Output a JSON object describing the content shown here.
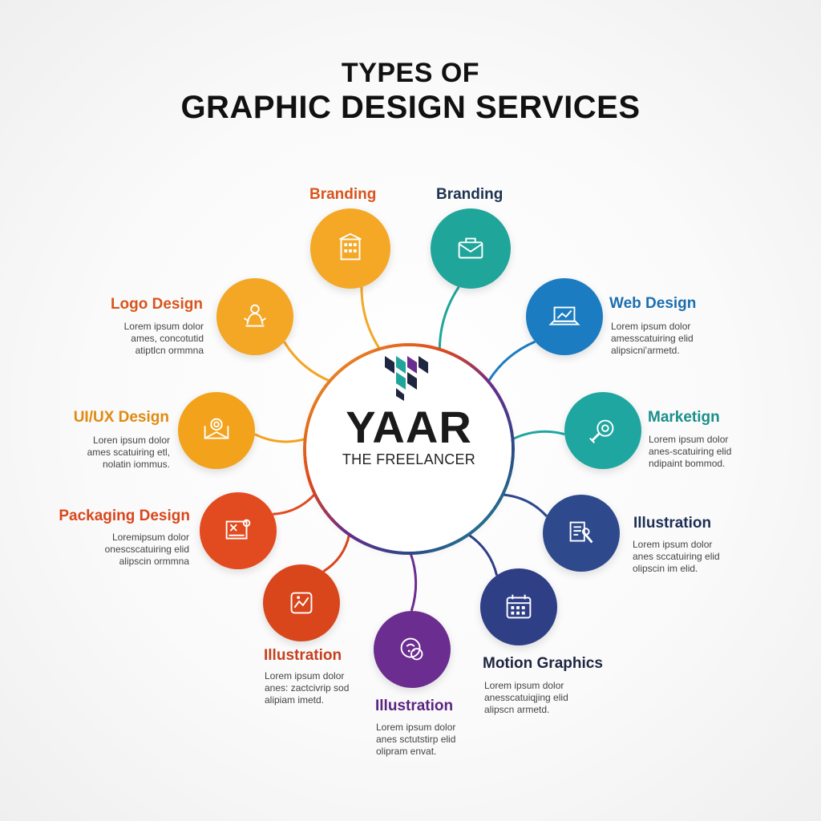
{
  "title": {
    "line1": "TYPES OF",
    "line2": "GRAPHIC DESIGN SERVICES"
  },
  "center": {
    "brand": "YAAR",
    "tagline": "THE FREELANCER"
  },
  "services": [
    {
      "label": "Branding",
      "color": "#f4a825",
      "label_color": "#d9541c",
      "icon": "building-icon"
    },
    {
      "label": "Branding",
      "color": "#1fa59a",
      "label_color": "#1e3350",
      "icon": "briefcase-icon"
    },
    {
      "label": "Web Design",
      "color": "#1b7cc1",
      "label_color": "#1b6fb0",
      "desc": "Lorem ipsum dolor\namesscatuiring elid\nalipsicni'armetd.",
      "icon": "laptop-icon"
    },
    {
      "label": "Marketign",
      "color": "#1fa6a0",
      "label_color": "#1a8f8a",
      "desc": "Lorem ipsum dolor\nanes-scatuiring elid\nndipaint bommod.",
      "icon": "megaphone-icon"
    },
    {
      "label": "Illustration",
      "color": "#2e4a8c",
      "label_color": "#1e2f55",
      "desc": "Lorem ipsum dolor\nanes sccatuiring elid\nolipscin im elid.",
      "icon": "tools-icon"
    },
    {
      "label": "Motion Graphics",
      "color": "#2f3f86",
      "label_color": "#1e2640",
      "desc": "Lorem ipsum dolor\nanesscatuiqjing elid\nalipscn armetd.",
      "icon": "calendar-icon"
    },
    {
      "label": "Illustration",
      "color": "#6b2d8f",
      "label_color": "#5a2480",
      "desc": "Lorem ipsum dolor\nanes sctutstirp elid\nolipram envat.",
      "icon": "brain-icon"
    },
    {
      "label": "Illustration",
      "color": "#d9461c",
      "label_color": "#c6401c",
      "desc": "Lorem ipsum dolor\nanes: zactcivrip sod\nalipiam imetd.",
      "icon": "pen-icon"
    },
    {
      "label": "Packaging Design",
      "color": "#e24a1f",
      "label_color": "#d9461c",
      "desc": "Loremipsum dolor\nonescscatuiring elid\nalipscin ormmna",
      "icon": "box-icon"
    },
    {
      "label": "UI/UX Design",
      "color": "#f3a21c",
      "label_color": "#e08a10",
      "desc": "Loren ipsum dolor\names scatuiring etl,\nnolatin iommus.",
      "icon": "monitor-icon"
    },
    {
      "label": "Logo Design",
      "color": "#f4a625",
      "label_color": "#d9541c",
      "desc": "Lorem ipsum dolor\names, concotutid\natiptlcn ormmna",
      "icon": "person-icon"
    }
  ],
  "colors": {
    "hub_gradient": [
      "#f4a825",
      "#f06a1c",
      "#e24a1f",
      "#6b2d8f",
      "#2e4a8c",
      "#1b7cc1",
      "#1fa59a"
    ],
    "logo": [
      "#1fa59a",
      "#6b2d8f",
      "#1e2640"
    ]
  }
}
